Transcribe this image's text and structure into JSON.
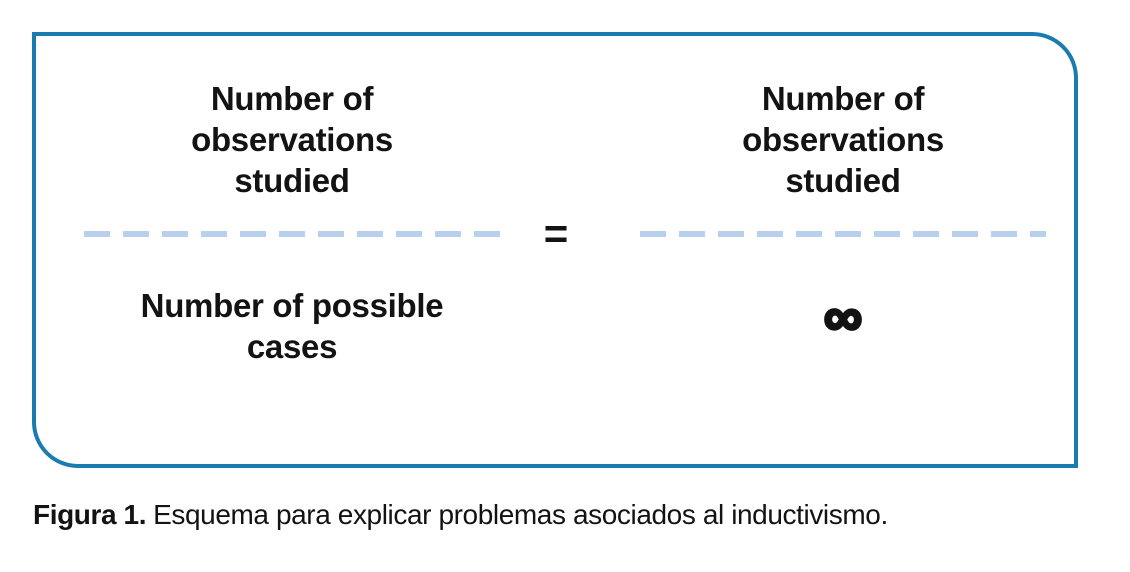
{
  "diagram": {
    "left_fraction": {
      "numerator": "Number of\nobservations\nstudied",
      "denominator": "Number of possible\ncases"
    },
    "equals_sign": "=",
    "right_fraction": {
      "numerator": "Number of\nobservations\nstudied",
      "denominator": "∞"
    }
  },
  "caption": {
    "label": "Figura 1.",
    "text": "Esquema para explicar problemas asociados al inductivismo."
  },
  "colors": {
    "border_blue": "#1a7cae",
    "dash_blue": "#b8cfee",
    "text_black": "#131313"
  }
}
